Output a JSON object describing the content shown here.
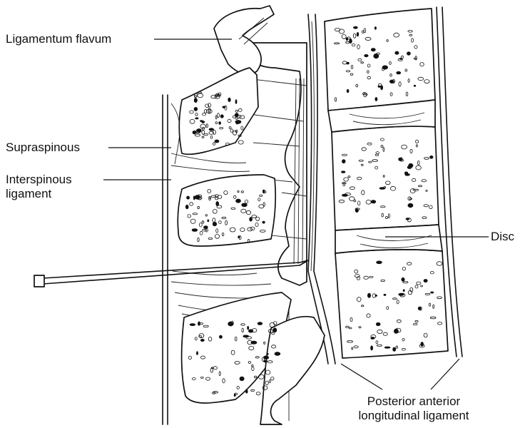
{
  "labels": {
    "ligamentum_flavum": "Ligamentum flavum",
    "supraspinous": "Supraspinous",
    "interspinous_line1": "Interspinous",
    "interspinous_line2": "ligament",
    "disc": "Disc",
    "posterior_line1": "Posterior anterior",
    "posterior_line2": "longitudinal ligament"
  },
  "colors": {
    "ink": "#111111",
    "background": "#ffffff"
  }
}
